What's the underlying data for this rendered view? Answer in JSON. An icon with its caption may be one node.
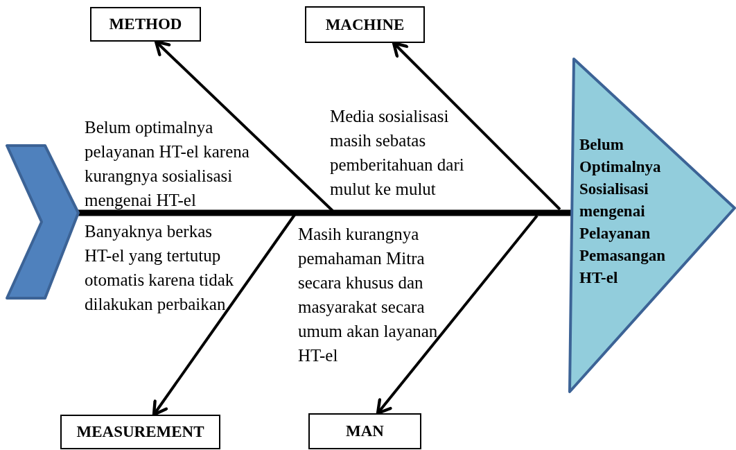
{
  "diagram": {
    "nodes": [
      {
        "text": [
          "METHOD"
        ]
      },
      {
        "text": [
          "MACHINE"
        ]
      },
      {
        "text": [
          "Belum Optimalnya Sosialisasi mengenai Pelayanan Pemasangan HT-el"
        ]
      },
      {
        "text": [],
        "shape": "chevron"
      },
      {
        "text": [
          "MEASUREMENT"
        ]
      },
      {
        "text": [
          "MAN"
        ]
      }
    ],
    "edges": [
      {
        "from": 3,
        "to": 2,
        "arrow": "none",
        "style": "thick"
      },
      {
        "from": null,
        "to": 0,
        "arrow": "to"
      },
      {
        "from": null,
        "to": 1,
        "arrow": "to"
      },
      {
        "from": null,
        "to": 4,
        "arrow": "to"
      },
      {
        "from": null,
        "to": 5,
        "arrow": "to"
      }
    ],
    "labels": [
      "Belum optimalnya pelayanan HT-el karena kurangnya sosialisasi mengenai HT-el",
      "Media sosialisasi masih sebatas pemberitahuan dari mulut ke mulut",
      "Banyaknya berkas HT-el yang tertutup otomatis karena tidak dilakukan perbaikan",
      "Masih kurangnya pemahaman Mitra secara khusus dan masyarakat secara umum akan layanan HT-el"
    ]
  }
}
